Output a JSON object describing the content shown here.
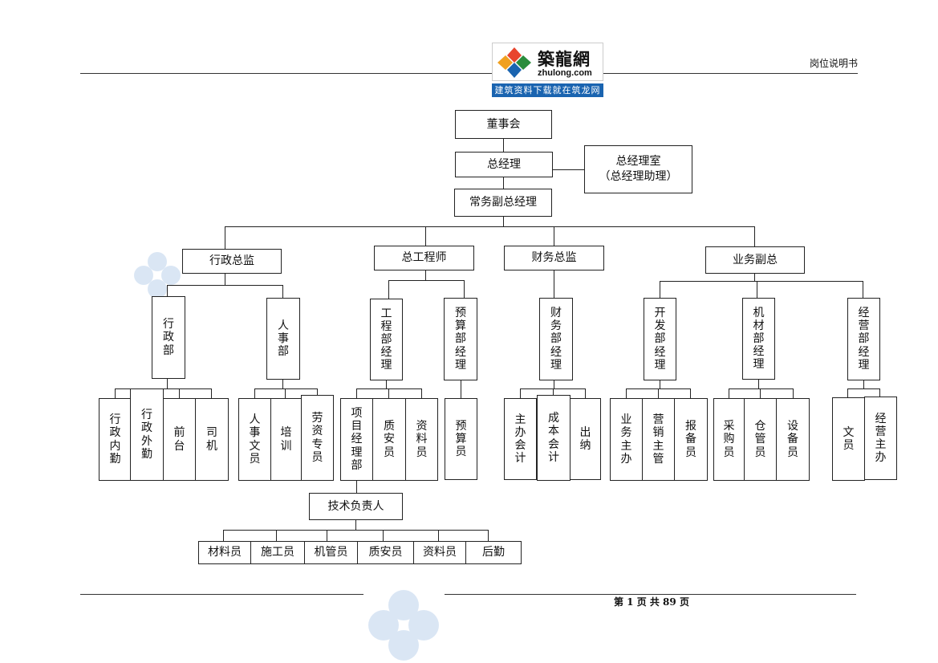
{
  "header": {
    "doc_title": "岗位说明书",
    "logo": {
      "name": "築龍網",
      "url": "zhulong.com",
      "slogan": "建筑资料下载就在筑龙网"
    }
  },
  "footer": {
    "page_text": "第 1 页 共 89 页"
  },
  "org": {
    "board": "董事会",
    "gm": "总经理",
    "gm_office": "总经理室",
    "gm_assistant": "（总经理助理）",
    "exec_vp": "常务副总经理",
    "admin_director": "行政总监",
    "chief_engineer": "总工程师",
    "finance_director": "财务总监",
    "business_vp": "业务副总",
    "admin_dept": "行政部",
    "hr_dept": "人事部",
    "eng_manager": "工程部经理",
    "budget_manager": "预算部经理",
    "finance_manager": "财务部经理",
    "dev_manager": "开发部经理",
    "equip_manager": "机材部经理",
    "ops_manager": "经营部经理",
    "admin_internal": "行政内勤",
    "admin_field": "行政外勤",
    "front_desk": "前台",
    "driver": "司机",
    "hr_clerk": "人事文员",
    "training": "培训",
    "labor_specialist": "劳资专员",
    "project_manager": "项目经理部",
    "qa_officer": "质安员",
    "records_officer": "资料员",
    "budget_officer": "预算员",
    "office_accountant": "主办会计",
    "cost_accountant": "成本会计",
    "cashier": "出纳",
    "business_lead": "业务主办",
    "marketing_lead": "营销主管",
    "filing_officer": "报备员",
    "purchaser": "采购员",
    "warehouse_keeper": "仓管员",
    "equipment_officer": "设备员",
    "clerk": "文员",
    "ops_lead": "经营主办",
    "tech_lead": "技术负责人",
    "site_materials": "材料员",
    "site_construction": "施工员",
    "site_machinery": "机管员",
    "site_qa": "质安员",
    "site_records": "资料员",
    "site_logistics": "后勤"
  }
}
